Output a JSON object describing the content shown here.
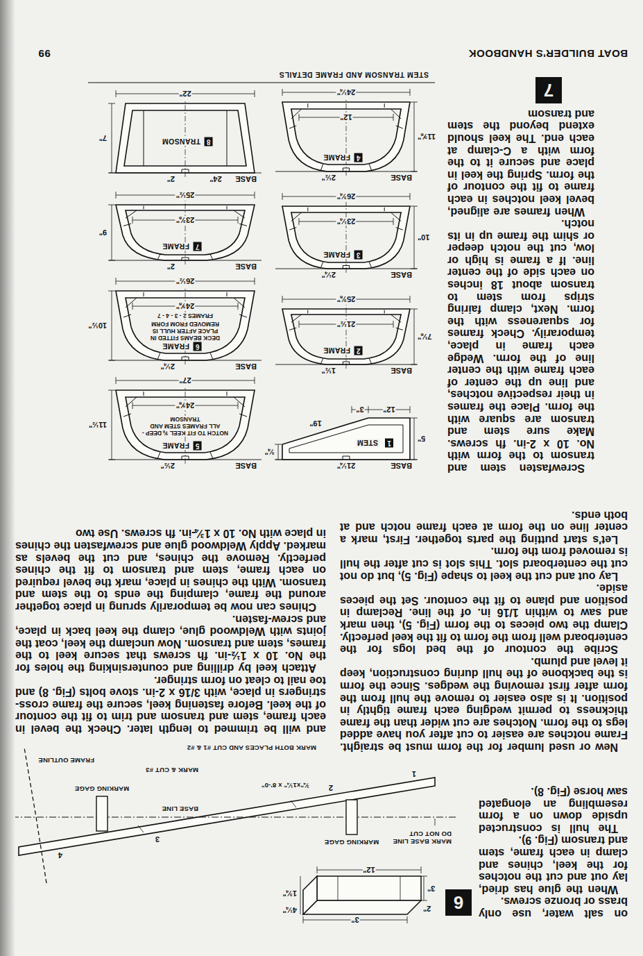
{
  "diagram": {
    "caption": "STEM TRANSOM AND FRAME DETAILS",
    "labels": [
      "BOAT BUILDER'S HANDBOOK",
      "99",
      "on salt water, use only brass or bronze screws.",
      "When the glue has dried, lay out and cut the notches for the keel, chines and clamp in each frame, stem and transom (Fig. 9).",
      "The hull is constructed upside down on a form resembling an elongated saw horse (Fig. 8).",
      "New or used lumber for the form must be straight. Frame notches are easier to cut after you have added legs to the form. Notches are cut wider than the frame thickness to permit wedging each frame tightly in position. It is also easier to remove the hull from the form after first removing the wedges. Since the form is the backbone of the hull during construction, keep it level and plumb.",
      "Scribe the contour of the bed logs for the centerboard well from the form to fit the keel perfectly. Clamp the two pieces to the form (Fig. 5), then mark and saw to within 1/16 in. of the line. Reclamp in position and plane to fit the contour. Set the pieces aside.",
      "Lay out and cut the keel to shape (Fig. 5), but do not cut the centerboard slot. This slot is cut after the hull is removed from the form.",
      "Let's start putting the parts together. First, mark a center line on the form at each frame notch and at both ends.",
      "Screwfasten stem and transom to the form with No. 10 x 2-in. fh screws. Make sure stem and transom are square with the form. Place the frames in their respective notches, and line up the center of each frame with the center line of the form. Wedge each frame in place, temporarily. Check frames for squareness with the form. Next, clamp fairing strips from stem to transom about 18 inches on each side of the center line. If a frame is high or low, cut the notch deeper or shim the frame up in its notch.",
      "When frames are aligned, bevel keel notches in each frame to fit the contour of the form. Spring the keel in place and secure it to the form with a C-clamp at each end. The keel should extend beyond the stem and transom",
      "and will be trimmed to length later. Check the bevel in each frame, stem and transom and trim to fit the contour of the keel. Before fastening keel, secure the frame cross-stringers in place, with 3/16 x 2-in. stove bolts (Fig. 8) and toe nail to cleat on form stringer.",
      "Attach keel by drilling and countersinking the holes for the No. 10 x 1½-in. fh screws that secure keel to the frames, stem and transom. Now unclamp the keel, coat the joints with Weldwood glue, clamp the keel back in place, and screw-fasten.",
      "Chines can now be temporarily sprung in place together around the frame, clamping the ends to the stem and transom. With the chines in place, mark the bevel required on each frame, stem and transom to fit the chines perfectly. Remove the chines, and cut the bevels as marked. Apply Weldwood glue and screwfasten the chines in place with No. 10 x 1¾-in. fh screws. Use two",
      "6",
      "12\"",
      "3\"",
      "3\"",
      "2\"",
      "4¼\"",
      "1¾\"",
      "MARK BASE LINE DO NOT CUT",
      "BASE LINE",
      "MARKING GAGE",
      "MARKING GAGE",
      "¾\"x1¼\" x 8'-0\"",
      "MARK & CUT #3",
      "FRAME OUTLINE",
      "MARK BOTH PLACES AND CUT #1 & #2",
      "1",
      "2",
      "3",
      "4",
      "7",
      "1",
      "STEM",
      "BASE",
      "21¼\"",
      "12\"",
      "3\"",
      "19\"",
      "5\"",
      "¾\"",
      "2",
      "FRAME",
      "BASE",
      "1½\"",
      "21½\"",
      "25⅜\"",
      "7⅛\"",
      "3",
      "FRAME",
      "BASE",
      "2¼\"",
      "23¼\"",
      "26¾\"",
      "10\"",
      "4",
      "FRAME",
      "BASE",
      "2½\"",
      "12\"",
      "24¼\"",
      "11⅝\"",
      "5",
      "FRAME",
      "BASE",
      "2½\"",
      "NOTCH TO FIT KEEL ⅝ DEEP - ALL FRAMES STEM AND TRANSOM",
      "24⅝\"",
      "27\"",
      "11½\"",
      "6",
      "FRAME",
      "BASE",
      "2¼\"",
      "DECK BEAMS FITTED IN PLACE AFTER HULL IS REMOVED FROM FORM",
      "FRAMES 2 - 3 - 4 - 7",
      "24⅝\"",
      "26½\"",
      "10½\"",
      "7",
      "FRAME",
      "BASE",
      "2\"",
      "23⅜\"",
      "25½\"",
      "9\"",
      "8",
      "TRANSOM",
      "BASE",
      "2\"",
      "24\"",
      "22\"",
      "7\""
    ]
  }
}
